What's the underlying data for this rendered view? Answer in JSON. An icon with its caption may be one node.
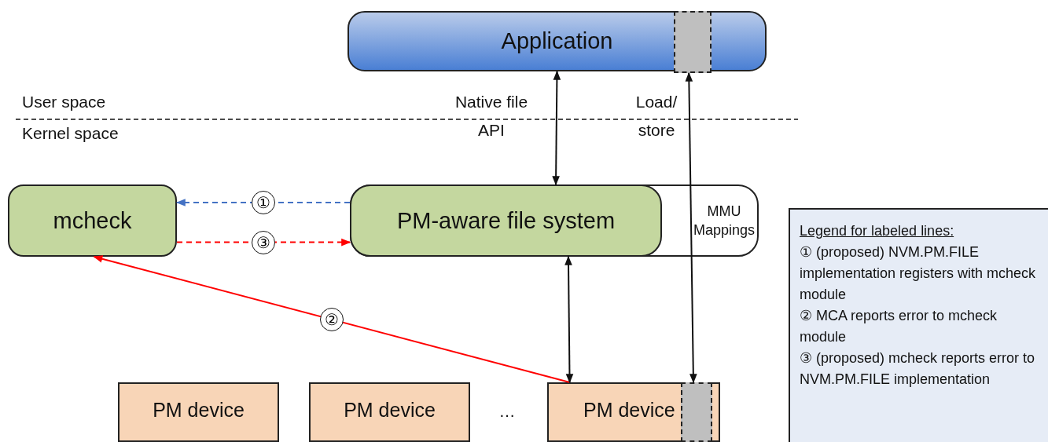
{
  "diagram": {
    "nodes": [
      {
        "text": [
          "Application"
        ]
      },
      {
        "text": [],
        "shape": "box",
        "in": 0
      },
      {
        "text": [
          "mcheck"
        ]
      },
      {
        "text": [
          "MMU Mappings"
        ]
      },
      {
        "text": [
          "PM-aware file system"
        ],
        "in": 3
      },
      {
        "text": [
          "PM device"
        ]
      },
      {
        "text": [
          "PM device"
        ]
      },
      {
        "text": [
          "PM device"
        ]
      },
      {
        "text": [],
        "shape": "box",
        "in": 7
      },
      {
        "text": [
          "Legend for labeled lines:",
          "① (proposed) NVM.PM.FILE implementation registers with mcheck module",
          "② MCA reports error to mcheck module",
          "③ (proposed) mcheck reports error to NVM.PM.FILE implementation"
        ]
      }
    ],
    "edges": [
      {
        "from": 0,
        "to": 4,
        "arrow": "both"
      },
      {
        "from": 4,
        "to": 2,
        "arrow": "to",
        "label": "①",
        "style": "dashed",
        "color": "#4472c4"
      },
      {
        "from": 2,
        "to": 4,
        "arrow": "to",
        "label": "③",
        "style": "dashed",
        "color": "#ff0000"
      },
      {
        "from": 7,
        "to": 2,
        "arrow": "to",
        "label": "②",
        "color": "#ff0000"
      },
      {
        "from": 4,
        "to": 7,
        "arrow": "both"
      },
      {
        "from": 1,
        "to": 8,
        "arrow": "both"
      }
    ],
    "labels": [
      "User space",
      "Kernel space",
      "Native file API",
      "Load/ store",
      "…"
    ]
  }
}
